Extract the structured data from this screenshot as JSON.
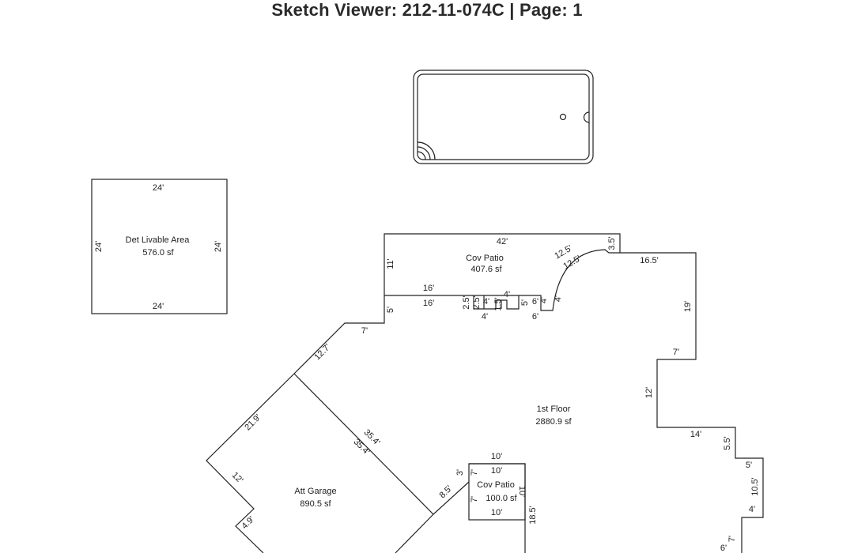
{
  "header": {
    "title": "Sketch Viewer: 212-11-074C | Page: 1"
  },
  "areas": {
    "det_livable": {
      "name": "Det Livable Area",
      "size": "576.0 sf"
    },
    "cov_patio_top": {
      "name": "Cov Patio",
      "size": "407.6 sf"
    },
    "first_floor": {
      "name": "1st Floor",
      "size": "2880.9 sf"
    },
    "att_garage": {
      "name": "Att Garage",
      "size": "890.5 sf"
    },
    "cov_patio_bottom": {
      "name": "Cov Patio",
      "size": "100.0 sf"
    }
  },
  "dims": {
    "det_top": "24'",
    "det_bottom": "24'",
    "det_left": "24'",
    "det_right": "24'",
    "patio_top": "42'",
    "patio_right": "3.5'",
    "patio_left": "11'",
    "arc_outer": "12.5'",
    "arc_inner": "12.5'",
    "ff_top": "16.5'",
    "ff_right_1": "19'",
    "ff_step_1": "7'",
    "ff_right_2": "12'",
    "ff_step_2": "14'",
    "ff_right_3": "5.5'",
    "ff_step_3": "5'",
    "ff_right_4": "10.5'",
    "ff_step_4": "4'",
    "ff_right_5": "7'",
    "ff_step_5": "6'",
    "patio_bottom_top": "16'",
    "patio_bottom_under": "16'",
    "notch_a": "2.5'",
    "notch_b": "2.5'",
    "notch_c": "4'",
    "notch_d": "4'",
    "notch_e": "1.5'",
    "notch_f": "4'",
    "notch_g": "5'",
    "notch_h": "6'",
    "notch_i": "4'",
    "notch_j": "6'",
    "notch_k": "4'",
    "ff_left_1": "5'",
    "ff_left_step": "7'",
    "diag_upper": "12.7'",
    "diag_garage_1": "35.4'",
    "diag_garage_2": "35.4'",
    "garage_left": "21.9'",
    "garage_step": "12'",
    "garage_low": "4.9'",
    "cp2_top_outer": "10'",
    "cp2_top_inner": "10'",
    "cp2_bottom": "10'",
    "cp2_left_a": "3'",
    "cp2_left_b": "7'",
    "cp2_right": "10'",
    "lower_diag": "8.5'",
    "lower_right": "18.5'"
  }
}
